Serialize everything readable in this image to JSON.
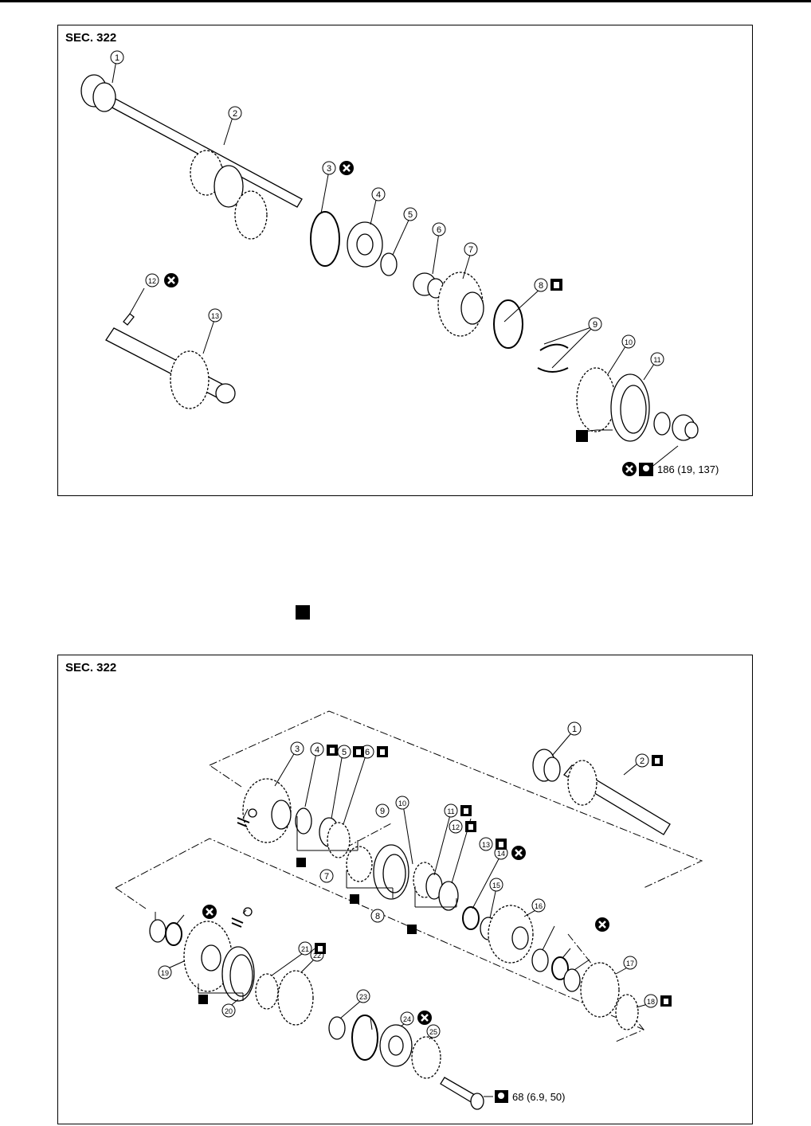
{
  "diagram_1": {
    "section": "SEC. 322",
    "torque": "186 (19, 137)",
    "callouts": [
      "1",
      "2",
      "3",
      "4",
      "5",
      "6",
      "7",
      "8",
      "9",
      "10",
      "11",
      "12",
      "13"
    ]
  },
  "diagram_2": {
    "section": "SEC. 322",
    "torque": "68 (6.9, 50)",
    "callouts": [
      "1",
      "2",
      "3",
      "4",
      "5",
      "6",
      "7",
      "8",
      "9",
      "10",
      "11",
      "12",
      "13",
      "14",
      "15",
      "16",
      "17",
      "18",
      "19",
      "20",
      "21",
      "22",
      "23",
      "24",
      "25"
    ]
  }
}
